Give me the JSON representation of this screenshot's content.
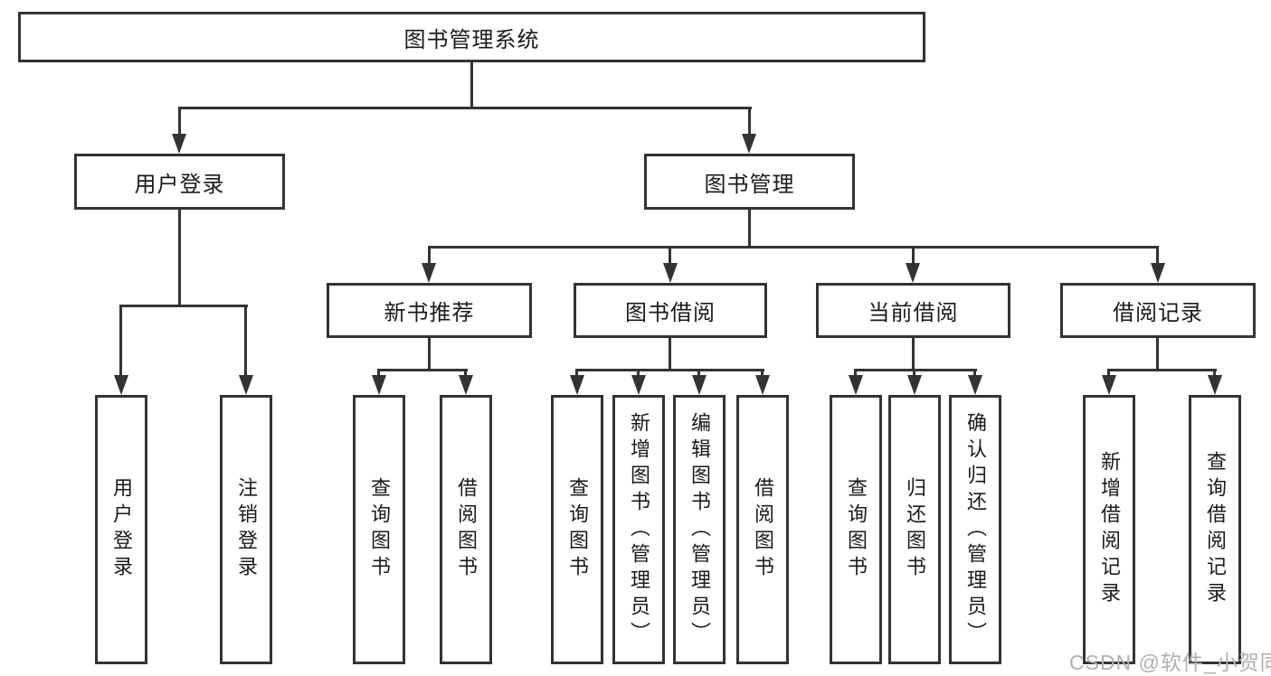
{
  "diagram": {
    "root": {
      "label": "图书管理系统"
    },
    "branches": [
      {
        "label": "用户登录",
        "children": [
          "用户登录",
          "注销登录"
        ]
      },
      {
        "label": "图书管理",
        "groups": [
          {
            "label": "新书推荐",
            "children": [
              "查询图书",
              "借阅图书"
            ]
          },
          {
            "label": "图书借阅",
            "children": [
              "查询图书",
              "新增图书（管理员）",
              "编辑图书（管理员）",
              "借阅图书"
            ]
          },
          {
            "label": "当前借阅",
            "children": [
              "查询图书",
              "归还图书",
              "确认归还（管理员）"
            ]
          },
          {
            "label": "借阅记录",
            "children": [
              "新增借阅记录",
              "查询借阅记录"
            ]
          }
        ]
      }
    ],
    "watermark": "CSDN @软件_小贺同学",
    "colors": {
      "line": "#333333",
      "text": "#1a1a1a",
      "watermark": "#b0b0b0",
      "background": "#ffffff"
    }
  }
}
